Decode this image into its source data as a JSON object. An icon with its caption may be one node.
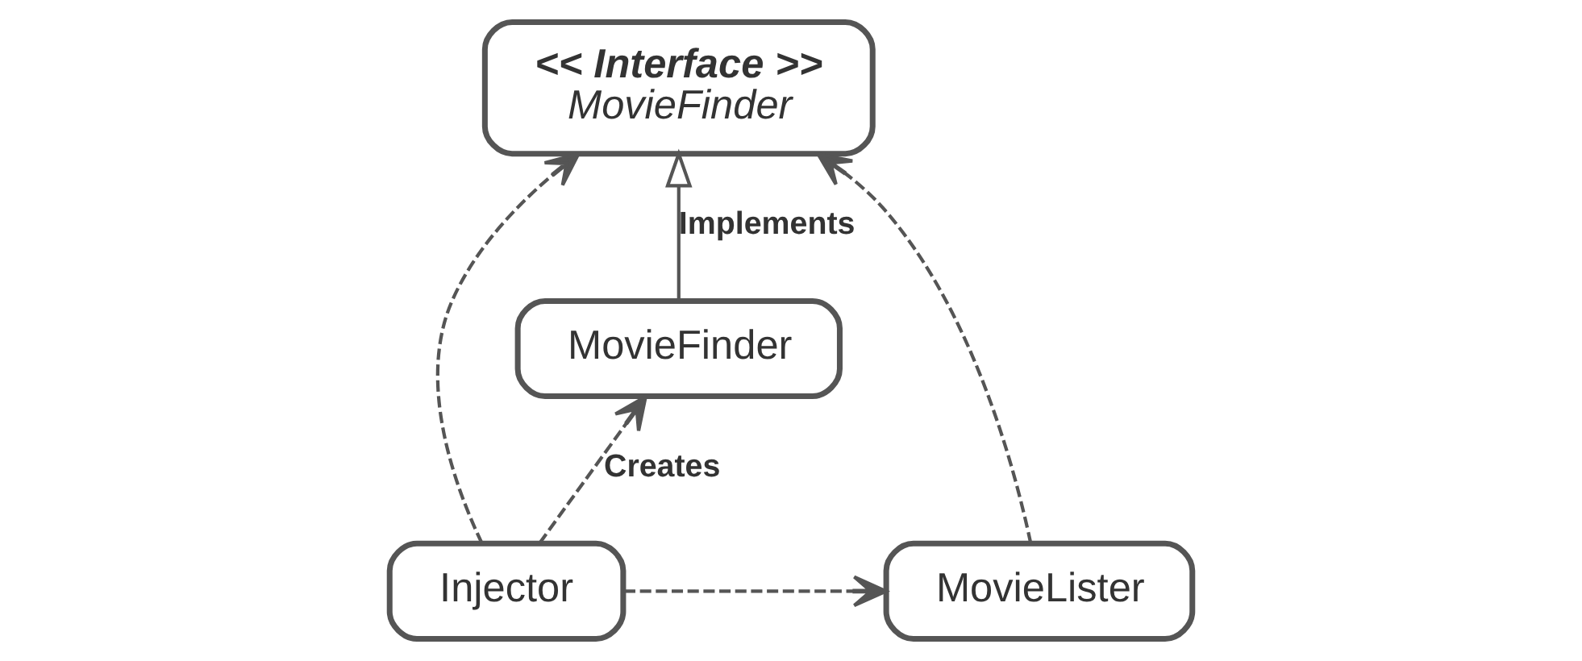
{
  "diagram": {
    "nodes": [
      {
        "text": [
          "<< Interface >>",
          "MovieFinder"
        ]
      },
      {
        "text": [
          "MovieLister"
        ]
      },
      {
        "text": [
          "MovieFinder"
        ]
      },
      {
        "text": [
          "Injector"
        ]
      }
    ],
    "edges": [
      {
        "from": 1,
        "to": 0,
        "arrow": "to",
        "style": "dashed"
      },
      {
        "from": 2,
        "to": 0,
        "arrow": "to",
        "label": "Implements"
      },
      {
        "from": 3,
        "to": 0,
        "arrow": "to",
        "style": "dashed"
      },
      {
        "from": 3,
        "to": 2,
        "arrow": "to",
        "style": "dashed",
        "label": "Creates"
      },
      {
        "from": 3,
        "to": 1,
        "arrow": "to",
        "style": "dashed"
      }
    ]
  }
}
